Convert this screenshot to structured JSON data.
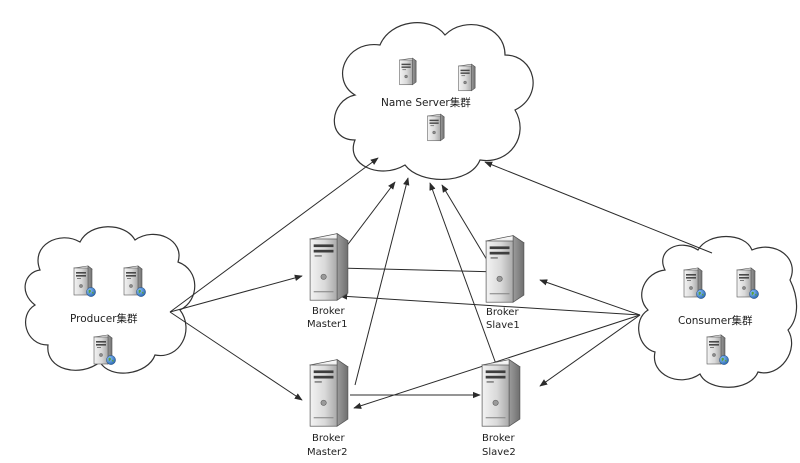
{
  "clusters": {
    "name_server": {
      "label": "Name Server集群"
    },
    "producer": {
      "label": "Producer集群"
    },
    "consumer": {
      "label": "Consumer集群"
    }
  },
  "brokers": {
    "master1": {
      "line1": "Broker",
      "line2": "Master1"
    },
    "slave1": {
      "line1": "Broker",
      "line2": "Slave1"
    },
    "master2": {
      "line1": "Broker",
      "line2": "Master2"
    },
    "slave2": {
      "line1": "Broker",
      "line2": "Slave2"
    }
  },
  "icons": {
    "server": "server-icon",
    "tower": "tower-server-icon",
    "globe": "globe-icon"
  },
  "colors": {
    "line": "#2b2b2b",
    "cloud_stroke": "#333333",
    "server_body": "#d8d8d8",
    "globe_blue": "#2f6fb6",
    "globe_green": "#5aa03c"
  }
}
